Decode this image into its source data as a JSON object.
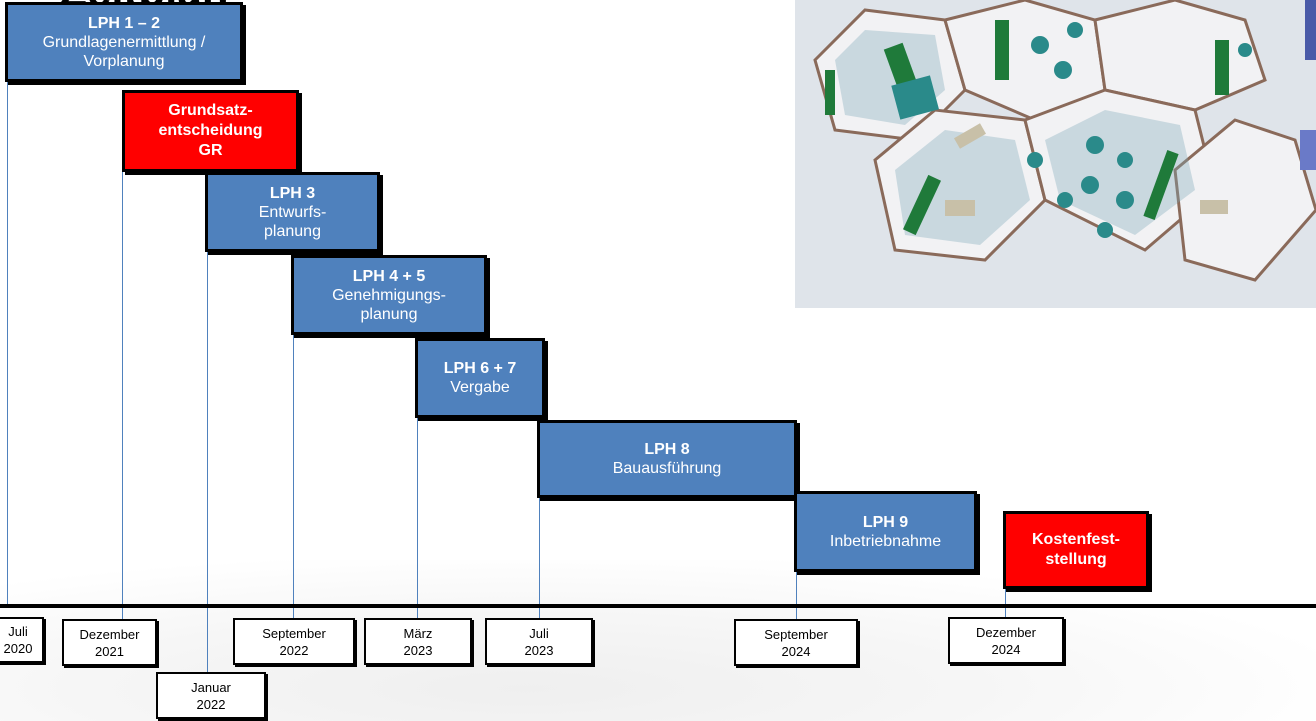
{
  "title": "Zeitplan",
  "phases": [
    {
      "title": "LPH 1 – 2",
      "text": "Grundlagenermittlung / Vorplanung",
      "color": "#4f81bd"
    },
    {
      "title": "Grundsatz-entscheidung GR",
      "text": "",
      "color": "#ff0000"
    },
    {
      "title": "LPH 3",
      "text": "Entwurfs-planung",
      "color": "#4f81bd"
    },
    {
      "title": "LPH 4 + 5",
      "text": "Genehmigungs-planung",
      "color": "#4f81bd"
    },
    {
      "title": "LPH 6 + 7",
      "text": "Vergabe",
      "color": "#4f81bd"
    },
    {
      "title": "LPH 8",
      "text": "Bauausführung",
      "color": "#4f81bd"
    },
    {
      "title": "LPH 9",
      "text": "Inbetriebnahme",
      "color": "#4f81bd"
    },
    {
      "title": "Kostenfest-stellung",
      "text": "",
      "color": "#ff0000"
    }
  ],
  "dates": [
    {
      "month": "Juli",
      "year": "2020"
    },
    {
      "month": "Dezember",
      "year": "2021"
    },
    {
      "month": "Januar",
      "year": "2022"
    },
    {
      "month": "September",
      "year": "2022"
    },
    {
      "month": "März",
      "year": "2023"
    },
    {
      "month": "Juli",
      "year": "2023"
    },
    {
      "month": "September",
      "year": "2024"
    },
    {
      "month": "Dezember",
      "year": "2024"
    }
  ],
  "image": {
    "subject": "hexagonal open-plan office floor plan (3D rendering)"
  }
}
